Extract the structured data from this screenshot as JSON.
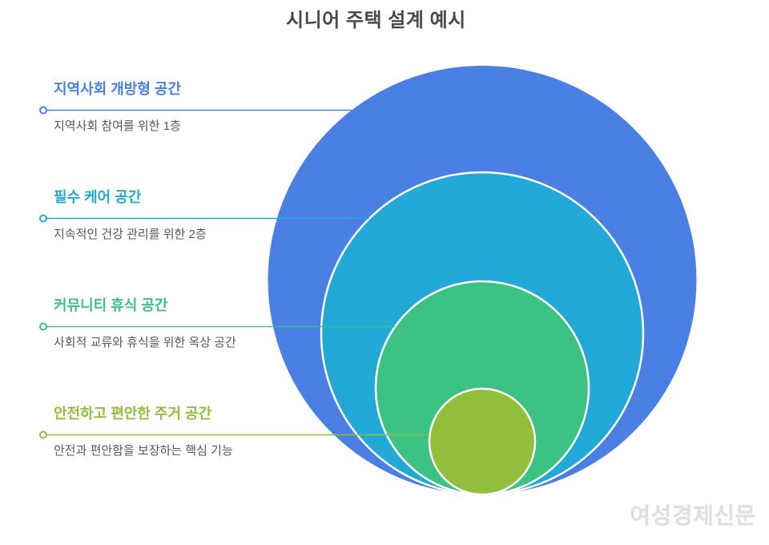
{
  "title": "시니어 주택 설계 예시",
  "levels": [
    {
      "label": "지역사회 개방형 공간",
      "description": "지역사회 참여를 위한 1층",
      "color": "#4A80E4"
    },
    {
      "label": "필수 케어 공간",
      "description": "지속적인 건강 관리를 위한 2층",
      "color": "#23A9D8"
    },
    {
      "label": "커뮤니티 휴식 공간",
      "description": "사회적 교류와 휴식을 위한 옥상 공간",
      "color": "#3CC283"
    },
    {
      "label": "안전하고 편안한 주거 공간",
      "description": "안전과 편안함을 보장하는 핵심 기능",
      "color": "#91BE3B"
    }
  ],
  "watermark": "여성경제신문",
  "colors": {
    "title": "#4A4A4A",
    "description": "#54575C",
    "background": "#FFFFFF",
    "circle_outline": "#FFFFFF",
    "watermark": "#DCDCDC"
  }
}
